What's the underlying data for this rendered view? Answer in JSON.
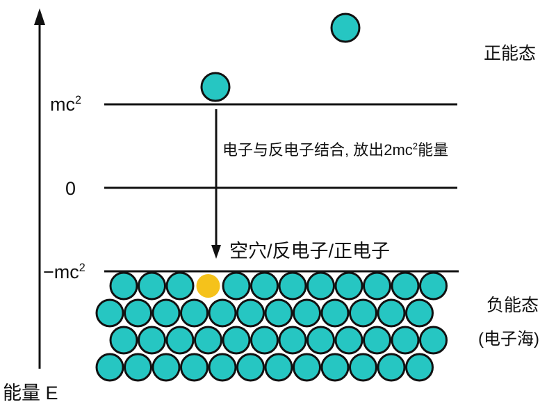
{
  "axis": {
    "label": "能量 E"
  },
  "levels": {
    "positive_mass": {
      "base": "mc",
      "sup": "2"
    },
    "zero": "0",
    "negative_mass": {
      "base": "−mc",
      "sup": "2"
    }
  },
  "regions": {
    "positive": "正能态",
    "negative": "负能态",
    "negative_sub": "(电子海)"
  },
  "annotations": {
    "annihilation_pre": "电子与反电子结合, 放出2mc",
    "annihilation_sup": "2",
    "annihilation_post": "能量",
    "hole": "空穴/反电子/正电子"
  },
  "sea": {
    "rows": 4,
    "cols": 12,
    "hole_row": 0,
    "hole_col": 3
  },
  "colors": {
    "electron": "#26c6c2",
    "hole": "#f5c21b",
    "stroke": "#111111"
  }
}
